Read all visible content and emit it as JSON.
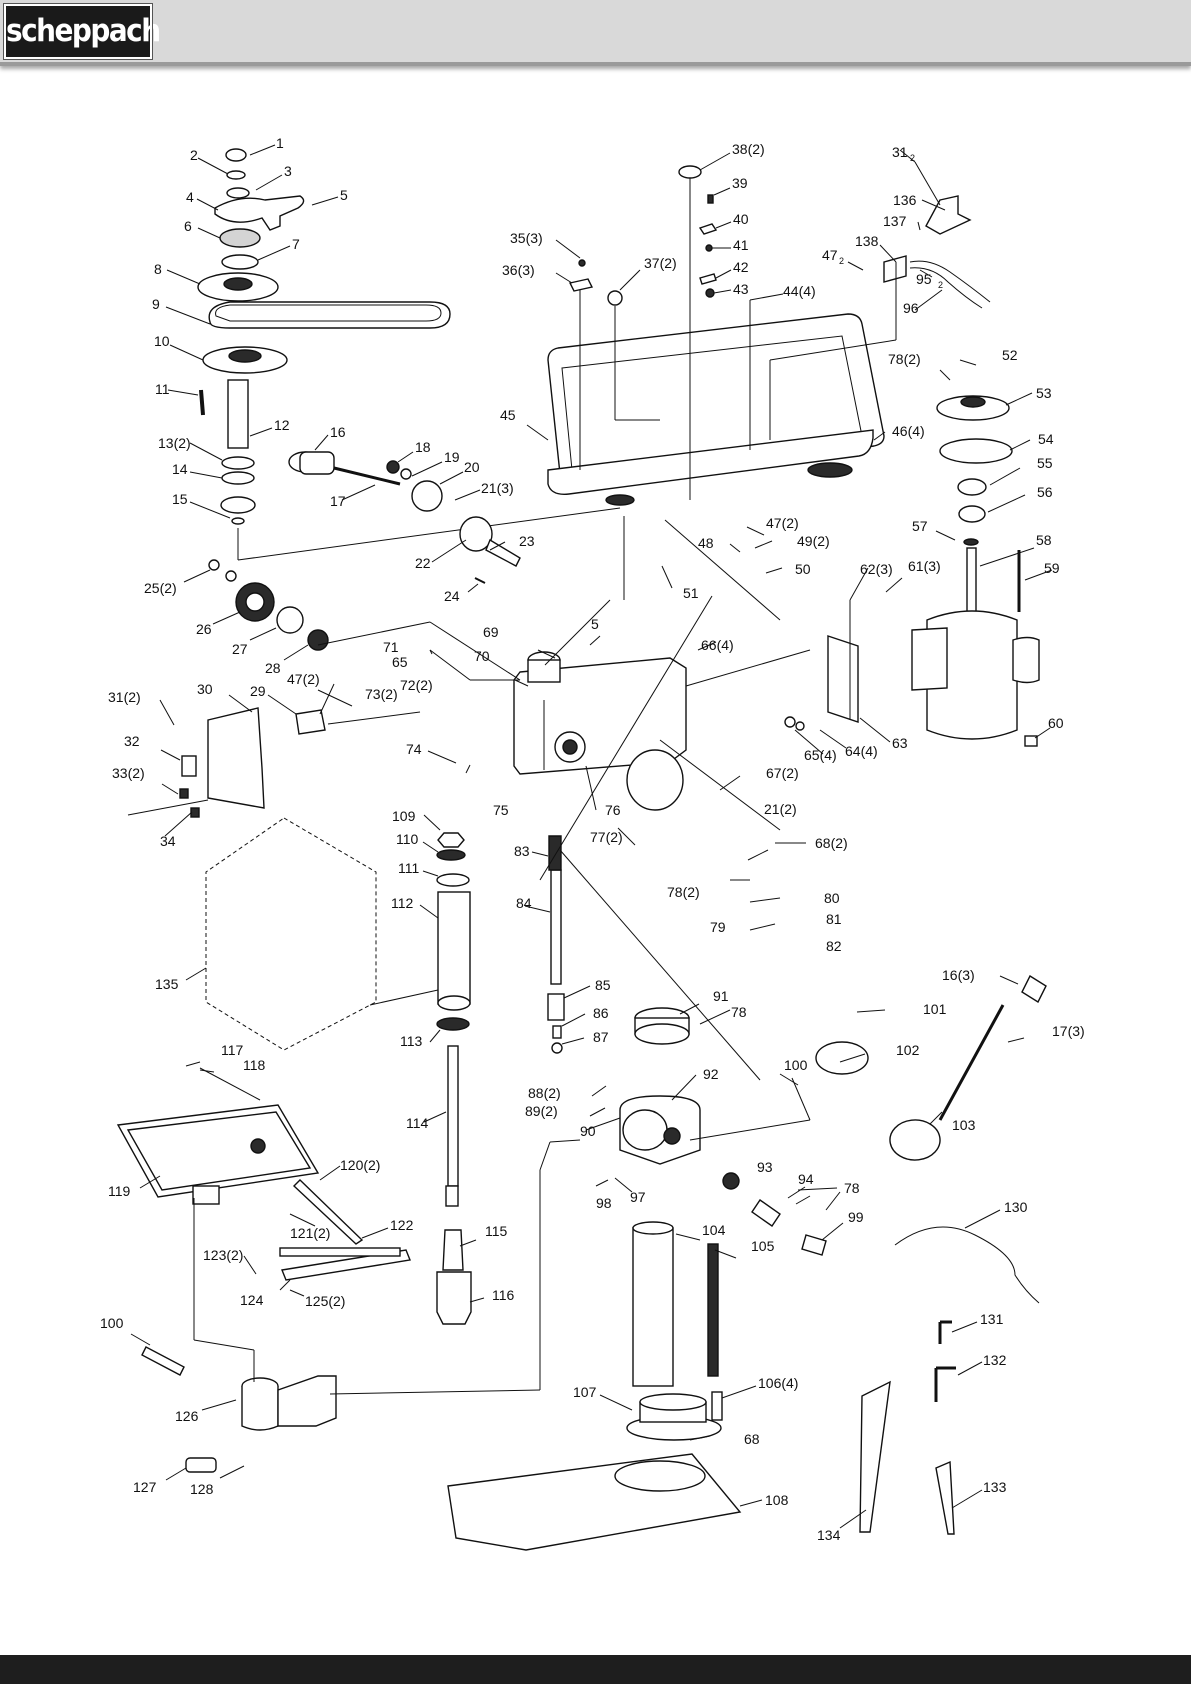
{
  "header": {
    "brand": "scheppach"
  },
  "diagram": {
    "part_labels": [
      {
        "id": "p1",
        "text": "1"
      },
      {
        "id": "p2",
        "text": "2"
      },
      {
        "id": "p3",
        "text": "3"
      },
      {
        "id": "p4",
        "text": "4"
      },
      {
        "id": "p5a",
        "text": "5"
      },
      {
        "id": "p6",
        "text": "6"
      },
      {
        "id": "p7",
        "text": "7"
      },
      {
        "id": "p8",
        "text": "8"
      },
      {
        "id": "p9",
        "text": "9"
      },
      {
        "id": "p10",
        "text": "10"
      },
      {
        "id": "p11",
        "text": "11"
      },
      {
        "id": "p12",
        "text": "12"
      },
      {
        "id": "p13",
        "text": "13(2)"
      },
      {
        "id": "p14",
        "text": "14"
      },
      {
        "id": "p15",
        "text": "15"
      },
      {
        "id": "p16a",
        "text": "16"
      },
      {
        "id": "p17a",
        "text": "17"
      },
      {
        "id": "p18",
        "text": "18"
      },
      {
        "id": "p19",
        "text": "19"
      },
      {
        "id": "p20",
        "text": "20"
      },
      {
        "id": "p21a",
        "text": "21(3)"
      },
      {
        "id": "p22",
        "text": "22"
      },
      {
        "id": "p23",
        "text": "23"
      },
      {
        "id": "p24",
        "text": "24"
      },
      {
        "id": "p25",
        "text": "25(2)"
      },
      {
        "id": "p26",
        "text": "26"
      },
      {
        "id": "p27",
        "text": "27"
      },
      {
        "id": "p28",
        "text": "28"
      },
      {
        "id": "p29",
        "text": "29"
      },
      {
        "id": "p30",
        "text": "30"
      },
      {
        "id": "p31a",
        "text": "31"
      },
      {
        "id": "p31a_sub",
        "text": "2"
      },
      {
        "id": "p31b",
        "text": "31(2)"
      },
      {
        "id": "p32",
        "text": "32"
      },
      {
        "id": "p33",
        "text": "33(2)"
      },
      {
        "id": "p34",
        "text": "34"
      },
      {
        "id": "p35",
        "text": "35(3)"
      },
      {
        "id": "p36",
        "text": "36(3)"
      },
      {
        "id": "p37",
        "text": "37(2)"
      },
      {
        "id": "p38",
        "text": "38(2)"
      },
      {
        "id": "p39",
        "text": "39"
      },
      {
        "id": "p40",
        "text": "40"
      },
      {
        "id": "p41",
        "text": "41"
      },
      {
        "id": "p42",
        "text": "42"
      },
      {
        "id": "p43",
        "text": "43"
      },
      {
        "id": "p44",
        "text": "44(4)"
      },
      {
        "id": "p45",
        "text": "45"
      },
      {
        "id": "p46",
        "text": "46(4)"
      },
      {
        "id": "p47a",
        "text": "47"
      },
      {
        "id": "p47a_sub",
        "text": "2"
      },
      {
        "id": "p47b",
        "text": "47(2)"
      },
      {
        "id": "p47c",
        "text": "47(2)"
      },
      {
        "id": "p48",
        "text": "48"
      },
      {
        "id": "p49",
        "text": "49(2)"
      },
      {
        "id": "p50",
        "text": "50"
      },
      {
        "id": "p51",
        "text": "51"
      },
      {
        "id": "p52",
        "text": "52"
      },
      {
        "id": "p53",
        "text": "53"
      },
      {
        "id": "p54",
        "text": "54"
      },
      {
        "id": "p55",
        "text": "55"
      },
      {
        "id": "p56",
        "text": "56"
      },
      {
        "id": "p57",
        "text": "57"
      },
      {
        "id": "p58",
        "text": "58"
      },
      {
        "id": "p59",
        "text": "59"
      },
      {
        "id": "p60",
        "text": "60"
      },
      {
        "id": "p61",
        "text": "61(3)"
      },
      {
        "id": "p62",
        "text": "62(3)"
      },
      {
        "id": "p63",
        "text": "63"
      },
      {
        "id": "p64",
        "text": "64(4)"
      },
      {
        "id": "p65a",
        "text": "65(4)"
      },
      {
        "id": "p65b",
        "text": "65"
      },
      {
        "id": "p66",
        "text": "66(4)"
      },
      {
        "id": "p67",
        "text": "67(2)"
      },
      {
        "id": "p68a",
        "text": "68(2)"
      },
      {
        "id": "p68b",
        "text": "68"
      },
      {
        "id": "p69",
        "text": "69"
      },
      {
        "id": "p70",
        "text": "70"
      },
      {
        "id": "p71",
        "text": "71"
      },
      {
        "id": "p72",
        "text": "72(2)"
      },
      {
        "id": "p73",
        "text": "73(2)"
      },
      {
        "id": "p74",
        "text": "74"
      },
      {
        "id": "p75",
        "text": "75"
      },
      {
        "id": "p76",
        "text": "76"
      },
      {
        "id": "p77",
        "text": "77(2)"
      },
      {
        "id": "p78a",
        "text": "78(2)"
      },
      {
        "id": "p78b",
        "text": "78(2)"
      },
      {
        "id": "p78c",
        "text": "78"
      },
      {
        "id": "p78d",
        "text": "78"
      },
      {
        "id": "p79",
        "text": "79"
      },
      {
        "id": "p80",
        "text": "80"
      },
      {
        "id": "p81",
        "text": "81"
      },
      {
        "id": "p82",
        "text": "82"
      },
      {
        "id": "p83",
        "text": "83"
      },
      {
        "id": "p84",
        "text": "84"
      },
      {
        "id": "p85",
        "text": "85"
      },
      {
        "id": "p86",
        "text": "86"
      },
      {
        "id": "p87",
        "text": "87"
      },
      {
        "id": "p88",
        "text": "88(2)"
      },
      {
        "id": "p89",
        "text": "89(2)"
      },
      {
        "id": "p90",
        "text": "90"
      },
      {
        "id": "p91",
        "text": "91"
      },
      {
        "id": "p92",
        "text": "92"
      },
      {
        "id": "p93",
        "text": "93"
      },
      {
        "id": "p94",
        "text": "94"
      },
      {
        "id": "p95",
        "text": "95"
      },
      {
        "id": "p95_sub",
        "text": "2"
      },
      {
        "id": "p96",
        "text": "96"
      },
      {
        "id": "p97",
        "text": "97"
      },
      {
        "id": "p98",
        "text": "98"
      },
      {
        "id": "p99",
        "text": "99"
      },
      {
        "id": "p100a",
        "text": "100"
      },
      {
        "id": "p100b",
        "text": "100"
      },
      {
        "id": "p101",
        "text": "101"
      },
      {
        "id": "p102",
        "text": "102"
      },
      {
        "id": "p103",
        "text": "103"
      },
      {
        "id": "p104",
        "text": "104"
      },
      {
        "id": "p105",
        "text": "105"
      },
      {
        "id": "p106",
        "text": "106(4)"
      },
      {
        "id": "p107",
        "text": "107"
      },
      {
        "id": "p108",
        "text": "108"
      },
      {
        "id": "p109",
        "text": "109"
      },
      {
        "id": "p110",
        "text": "110"
      },
      {
        "id": "p111",
        "text": "111"
      },
      {
        "id": "p112",
        "text": "112"
      },
      {
        "id": "p113",
        "text": "113"
      },
      {
        "id": "p114",
        "text": "114"
      },
      {
        "id": "p115",
        "text": "115"
      },
      {
        "id": "p116",
        "text": "116"
      },
      {
        "id": "p117",
        "text": "117"
      },
      {
        "id": "p118",
        "text": "118"
      },
      {
        "id": "p119",
        "text": "119"
      },
      {
        "id": "p120",
        "text": "120(2)"
      },
      {
        "id": "p121",
        "text": "121(2)"
      },
      {
        "id": "p122",
        "text": "122"
      },
      {
        "id": "p123",
        "text": "123(2)"
      },
      {
        "id": "p124",
        "text": "124"
      },
      {
        "id": "p125",
        "text": "125(2)"
      },
      {
        "id": "p126",
        "text": "126"
      },
      {
        "id": "p127",
        "text": "127"
      },
      {
        "id": "p128",
        "text": "128"
      },
      {
        "id": "p130",
        "text": "130"
      },
      {
        "id": "p131",
        "text": "131"
      },
      {
        "id": "p132",
        "text": "132"
      },
      {
        "id": "p133",
        "text": "133"
      },
      {
        "id": "p134",
        "text": "134"
      },
      {
        "id": "p135",
        "text": "135"
      },
      {
        "id": "p136",
        "text": "136"
      },
      {
        "id": "p137",
        "text": "137"
      },
      {
        "id": "p138",
        "text": "138"
      },
      {
        "id": "p5b",
        "text": "5"
      },
      {
        "id": "p16b",
        "text": "16(3)"
      },
      {
        "id": "p17b",
        "text": "17(3)"
      },
      {
        "id": "p21b",
        "text": "21(2)"
      }
    ]
  }
}
